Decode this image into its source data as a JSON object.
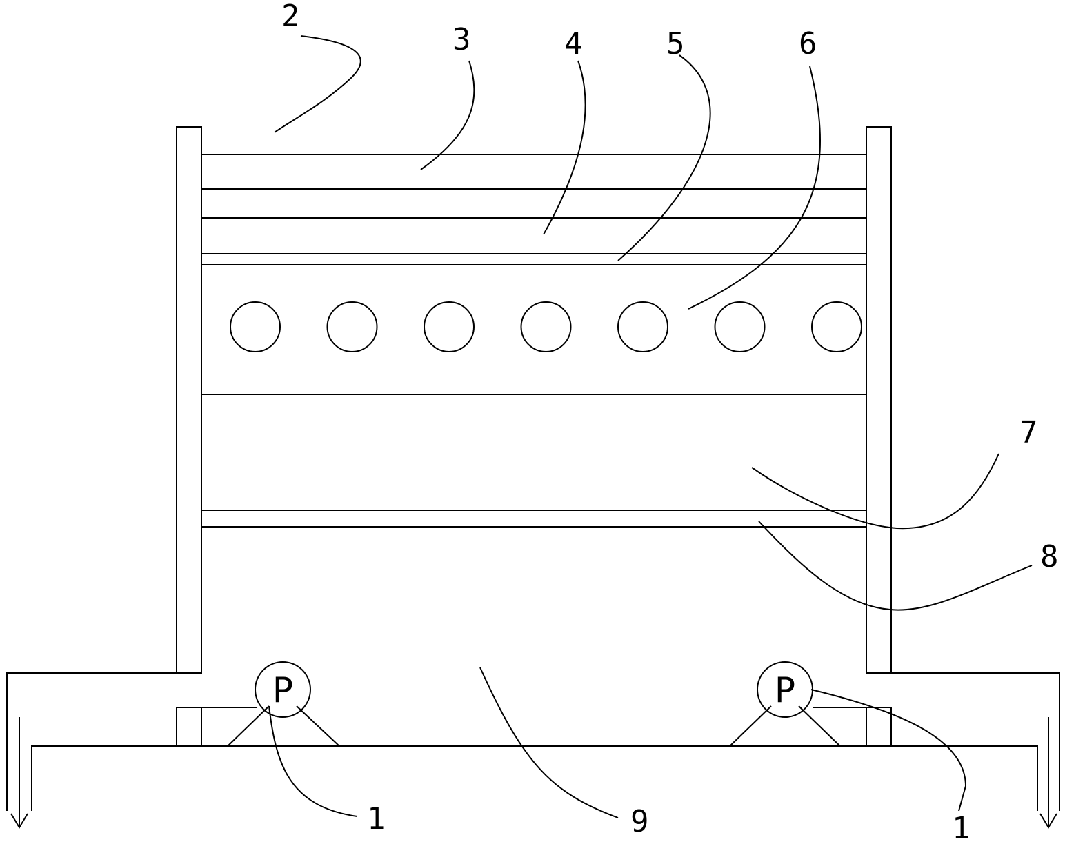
{
  "labels": {
    "l1a": "1",
    "l1b": "1",
    "l2": "2",
    "l3": "3",
    "l4": "4",
    "l5": "5",
    "l6": "6",
    "l7": "7",
    "l8": "8",
    "l9": "9"
  },
  "pumps": {
    "left": "P",
    "right": "P"
  },
  "holes_count": 7
}
